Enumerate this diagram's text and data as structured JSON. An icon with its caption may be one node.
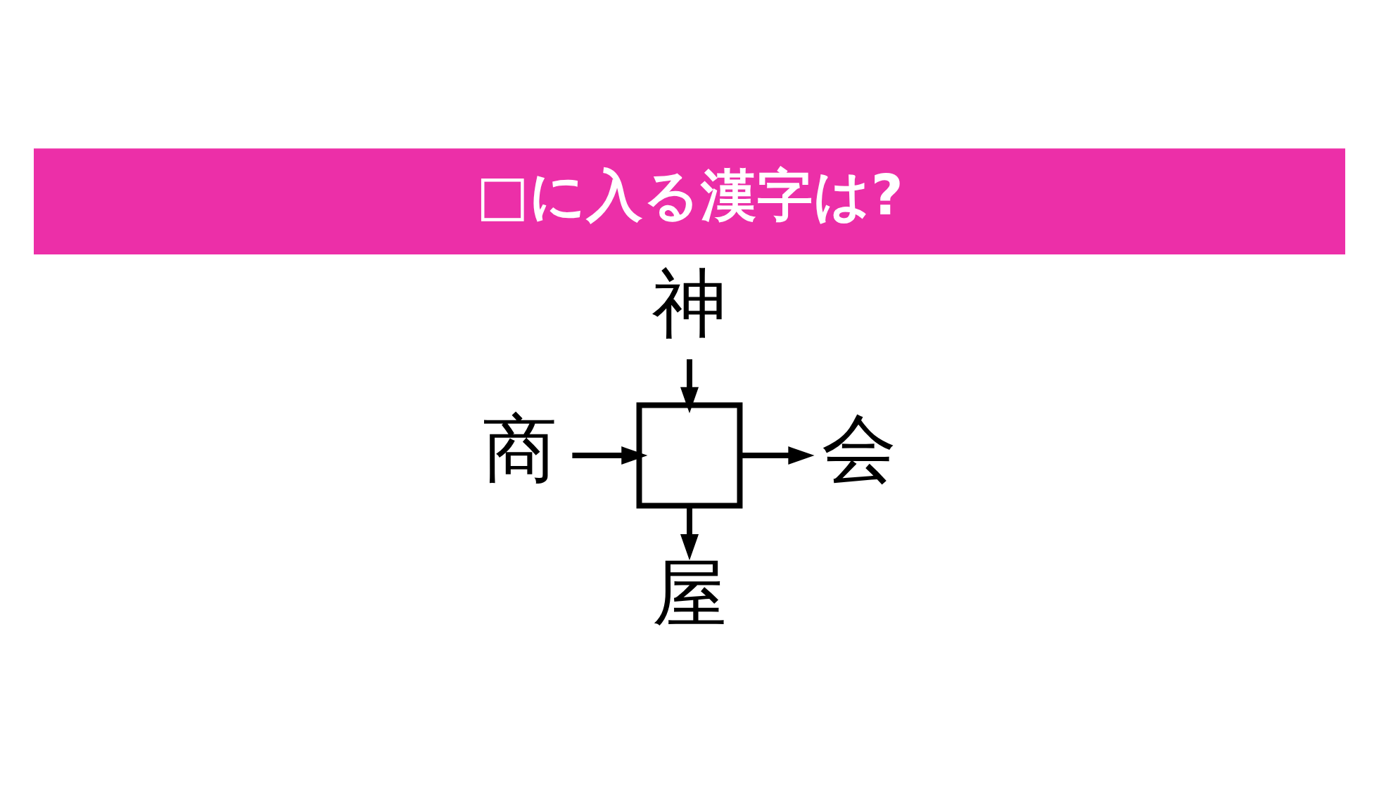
{
  "diagram": {
    "title": "□に入る漢字は?",
    "nodes": [
      {
        "text": [
          "神"
        ]
      },
      {
        "text": [
          "商"
        ]
      },
      {
        "text": [],
        "shape": "box"
      },
      {
        "text": [
          "会"
        ]
      },
      {
        "text": [
          "屋"
        ]
      }
    ],
    "edges": [
      {
        "from": 0,
        "to": 2,
        "arrow": "to"
      },
      {
        "from": 1,
        "to": 2,
        "arrow": "to"
      },
      {
        "from": 2,
        "to": 3,
        "arrow": "to"
      },
      {
        "from": 2,
        "to": 4,
        "arrow": "to"
      }
    ]
  }
}
